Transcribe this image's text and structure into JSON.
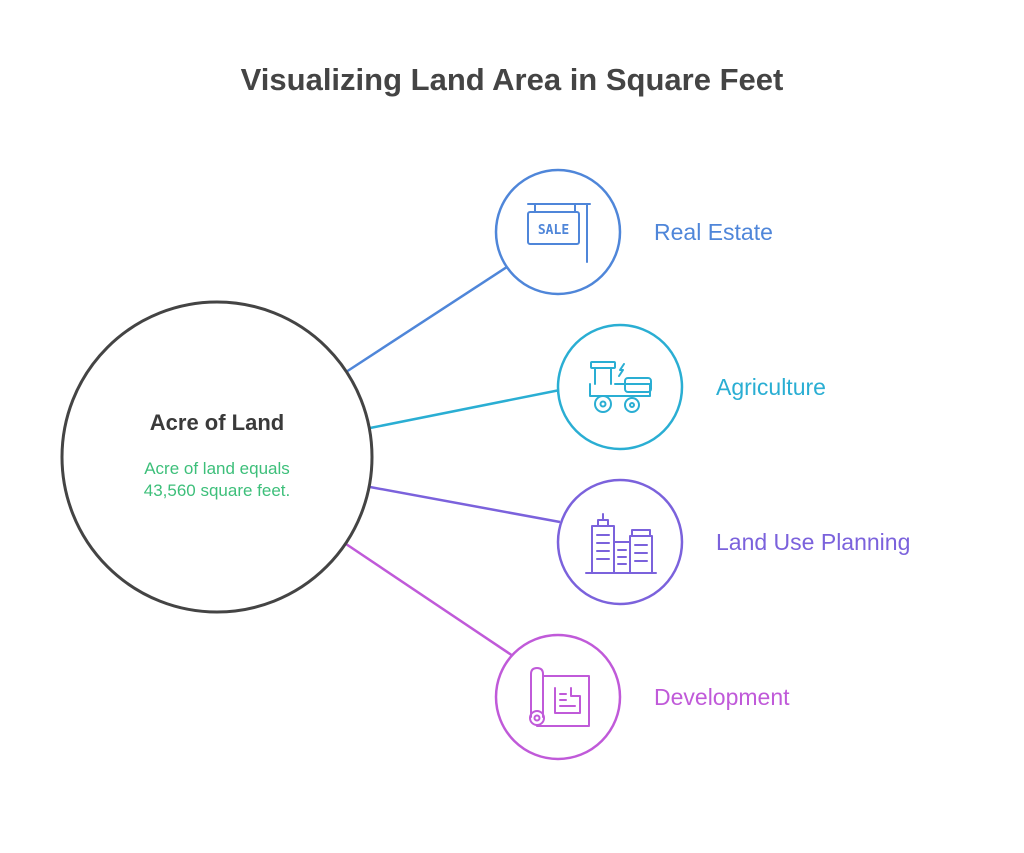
{
  "title": "Visualizing Land Area in Square Feet",
  "center": {
    "title": "Acre of Land",
    "description_line1": "Acre of land equals",
    "description_line2": "43,560 square feet.",
    "border_color": "#444444",
    "description_color": "#3dbf7a"
  },
  "branches": [
    {
      "label": "Real Estate",
      "icon": "sale-sign-icon",
      "color": "#4f86d9"
    },
    {
      "label": "Agriculture",
      "icon": "tractor-icon",
      "color": "#2aaed3"
    },
    {
      "label": "Land Use Planning",
      "icon": "city-buildings-icon",
      "color": "#7b62dc"
    },
    {
      "label": "Development",
      "icon": "blueprint-icon",
      "color": "#c05ad9"
    }
  ],
  "icon_text": {
    "sale": "SALE"
  }
}
